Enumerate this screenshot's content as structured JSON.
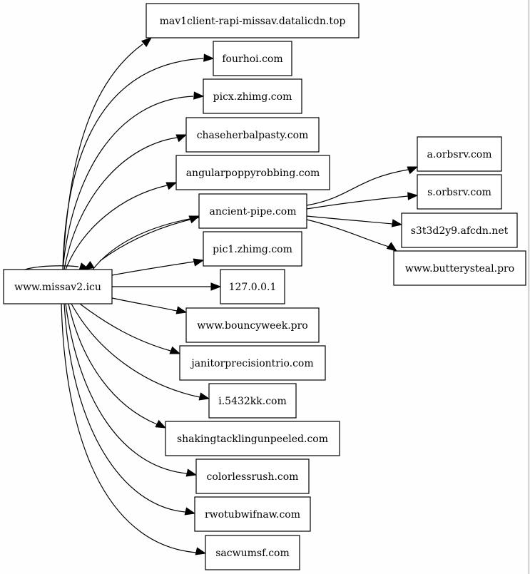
{
  "graph": {
    "type": "directed-graph",
    "nodes": [
      {
        "id": "root",
        "label": "www.missav2.icu"
      },
      {
        "id": "n1",
        "label": "mav1client-rapi-missav.datalicdn.top"
      },
      {
        "id": "n2",
        "label": "fourhoi.com"
      },
      {
        "id": "n3",
        "label": "picx.zhimg.com"
      },
      {
        "id": "n4",
        "label": "chaseherbalpasty.com"
      },
      {
        "id": "n5",
        "label": "angularpoppyrobbing.com"
      },
      {
        "id": "n6",
        "label": "ancient-pipe.com"
      },
      {
        "id": "n7",
        "label": "pic1.zhimg.com"
      },
      {
        "id": "n8",
        "label": "127.0.0.1"
      },
      {
        "id": "n9",
        "label": "www.bouncyweek.pro"
      },
      {
        "id": "n10",
        "label": "janitorprecisiontrio.com"
      },
      {
        "id": "n11",
        "label": "i.5432kk.com"
      },
      {
        "id": "n12",
        "label": "shakingtacklingunpeeled.com"
      },
      {
        "id": "n13",
        "label": "colorlessrush.com"
      },
      {
        "id": "n14",
        "label": "rwotubwifnaw.com"
      },
      {
        "id": "n15",
        "label": "sacwumsf.com"
      },
      {
        "id": "m1",
        "label": "a.orbsrv.com"
      },
      {
        "id": "m2",
        "label": "s.orbsrv.com"
      },
      {
        "id": "m3",
        "label": "s3t3d2y9.afcdn.net"
      },
      {
        "id": "m4",
        "label": "www.butterysteal.pro"
      }
    ],
    "edges": [
      {
        "from": "root",
        "to": "root"
      },
      {
        "from": "root",
        "to": "n1"
      },
      {
        "from": "root",
        "to": "n2"
      },
      {
        "from": "root",
        "to": "n3"
      },
      {
        "from": "root",
        "to": "n4"
      },
      {
        "from": "root",
        "to": "n5"
      },
      {
        "from": "root",
        "to": "n6"
      },
      {
        "from": "n6",
        "to": "root"
      },
      {
        "from": "root",
        "to": "n7"
      },
      {
        "from": "root",
        "to": "n8"
      },
      {
        "from": "root",
        "to": "n9"
      },
      {
        "from": "root",
        "to": "n10"
      },
      {
        "from": "root",
        "to": "n11"
      },
      {
        "from": "root",
        "to": "n12"
      },
      {
        "from": "root",
        "to": "n13"
      },
      {
        "from": "root",
        "to": "n14"
      },
      {
        "from": "root",
        "to": "n15"
      },
      {
        "from": "n6",
        "to": "m1"
      },
      {
        "from": "n6",
        "to": "m2"
      },
      {
        "from": "n6",
        "to": "m3"
      },
      {
        "from": "n6",
        "to": "m4"
      }
    ]
  }
}
